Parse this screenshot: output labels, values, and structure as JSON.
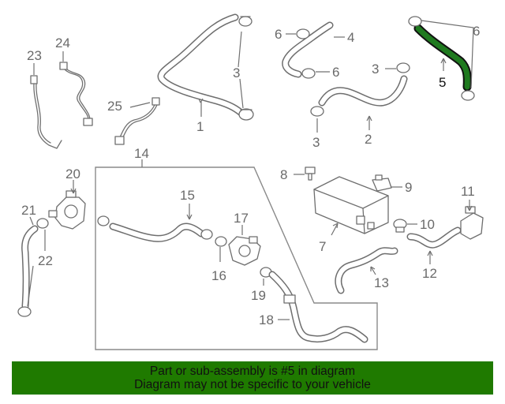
{
  "diagram": {
    "callouts": [
      "1",
      "2",
      "3",
      "3",
      "3",
      "4",
      "5",
      "6",
      "6",
      "6",
      "7",
      "8",
      "9",
      "10",
      "11",
      "12",
      "13",
      "14",
      "15",
      "16",
      "17",
      "18",
      "19",
      "20",
      "21",
      "22",
      "23",
      "24",
      "25"
    ],
    "highlighted_part": "5",
    "colors": {
      "highlight": "#1f7a1f",
      "banner": "#1f7a00",
      "line": "#707070"
    }
  },
  "banner": {
    "line1": "Part or sub-assembly is #5 in diagram",
    "line2": "Diagram may not be specific to your vehicle"
  }
}
